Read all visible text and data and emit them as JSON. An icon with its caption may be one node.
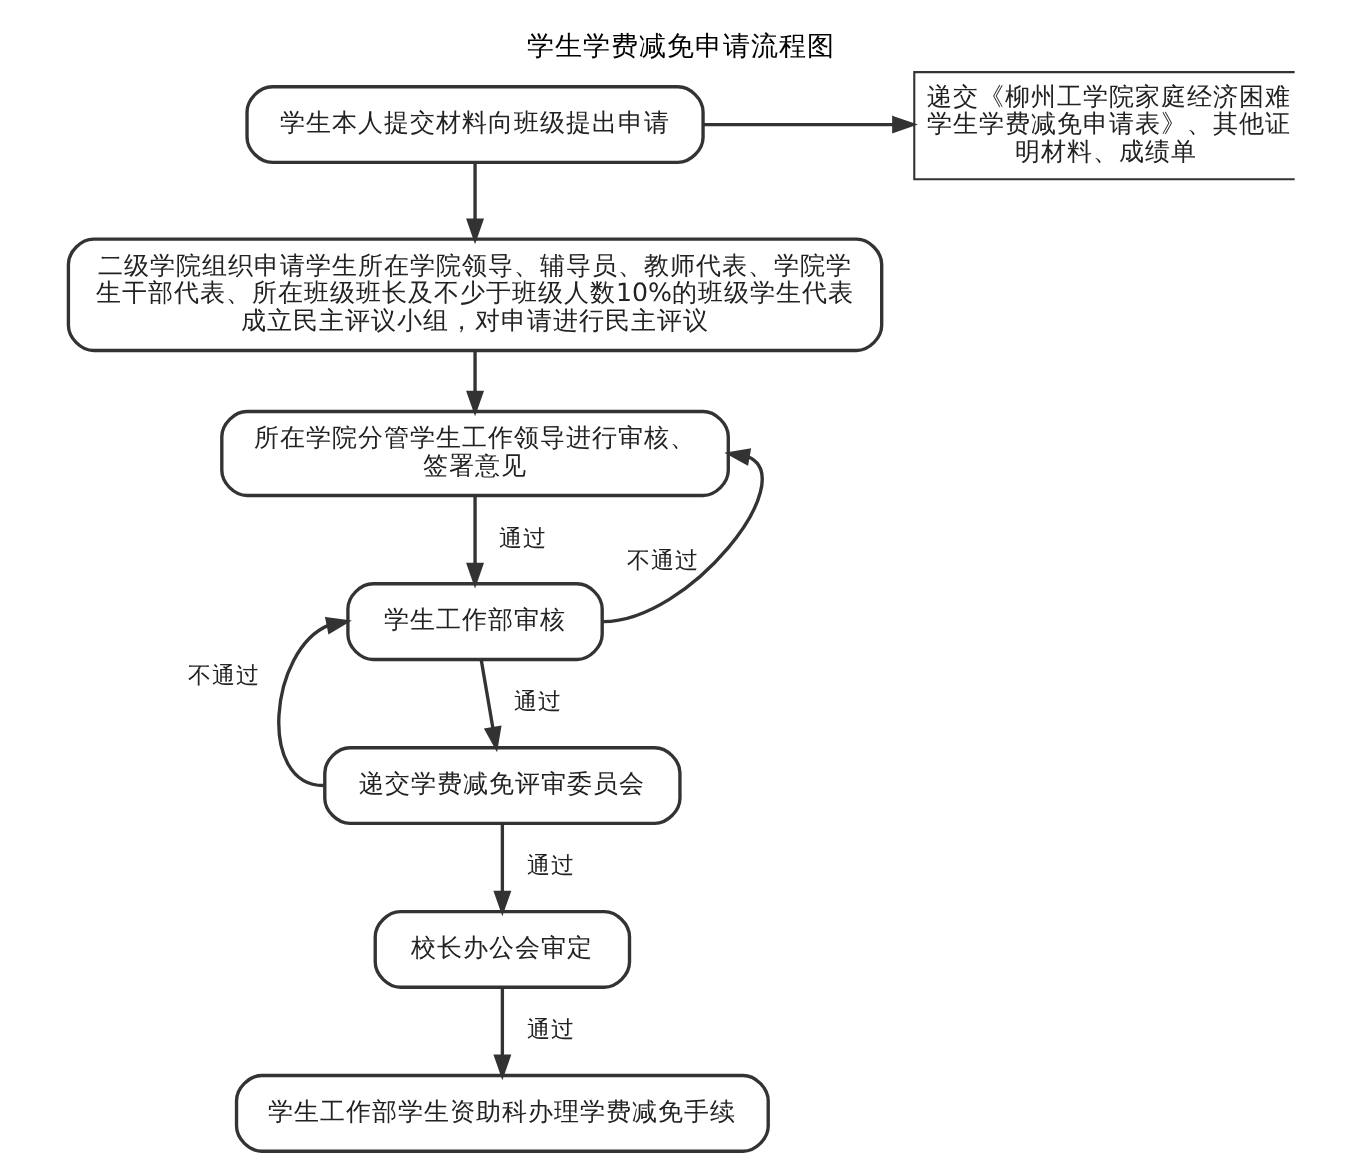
{
  "diagram": {
    "title": "学生学费减免申请流程图",
    "nodes": [
      {
        "text": [
          "学生本人提交材料向班级提出申请"
        ]
      },
      {
        "text": [
          "递交《柳州工学院家庭经济困难学生学费减免申请表》、其他证明材料、成绩单"
        ]
      },
      {
        "text": [
          "二级学院组织申请学生所在学院领导、辅导员、教师代表、学院学生干部代表、所在班级班长及不少于班级人数10%的班级学生代表成立民主评议小组，对申请进行民主评议"
        ]
      },
      {
        "text": [
          "所在学院分管学生工作领导进行审核、签署意见"
        ]
      },
      {
        "text": [
          "学生工作部审核"
        ]
      },
      {
        "text": [
          "递交学费减免评审委员会"
        ]
      },
      {
        "text": [
          "校长办公会审定"
        ]
      },
      {
        "text": [
          "学生工作部学生资助科办理学费减免手续"
        ]
      }
    ],
    "edges": [
      {
        "from": 0,
        "to": 1,
        "arrow": "to"
      },
      {
        "from": 0,
        "to": 2,
        "arrow": "to"
      },
      {
        "from": 2,
        "to": 3,
        "arrow": "to"
      },
      {
        "from": 3,
        "to": 4,
        "arrow": "to",
        "label": "通过"
      },
      {
        "from": 4,
        "to": 3,
        "arrow": "to",
        "label": "不通过"
      },
      {
        "from": 4,
        "to": 5,
        "arrow": "to",
        "label": "通过"
      },
      {
        "from": 5,
        "to": 4,
        "arrow": "to",
        "label": "不通过"
      },
      {
        "from": 5,
        "to": 6,
        "arrow": "to",
        "label": "通过"
      },
      {
        "from": 6,
        "to": 7,
        "arrow": "to",
        "label": "通过"
      }
    ]
  }
}
